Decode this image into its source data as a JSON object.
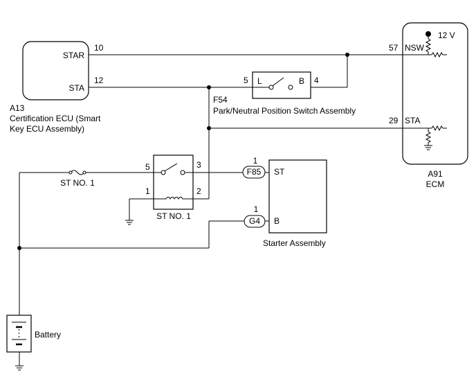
{
  "components": {
    "a13": {
      "code": "A13",
      "name_line1": "Certification ECU (Smart",
      "name_line2": "Key ECU Assembly)",
      "pin_star_label": "STAR",
      "pin_star_number": "10",
      "pin_sta_label": "STA",
      "pin_sta_number": "12"
    },
    "f54": {
      "code": "F54",
      "name": "Park/Neutral Position Switch Assembly",
      "pin_l_number": "5",
      "pin_l_label": "L",
      "pin_b_label": "B",
      "pin_b_number": "4"
    },
    "a91": {
      "code": "A91",
      "name": "ECM",
      "supply_voltage": "12 V",
      "pin_nsw_number": "57",
      "pin_nsw_label": "NSW",
      "pin_sta_number": "29",
      "pin_sta_label": "STA"
    },
    "relay": {
      "name": "ST NO. 1",
      "pin5": "5",
      "pin3": "3",
      "pin1": "1",
      "pin2": "2"
    },
    "fuse": {
      "name": "ST NO. 1"
    },
    "starter": {
      "name": "Starter Assembly",
      "connector_st": "F85",
      "connector_st_pin": "1",
      "pin_st_label": "ST",
      "connector_b": "G4",
      "connector_b_pin": "1",
      "pin_b_label": "B"
    },
    "battery": {
      "name": "Battery"
    }
  }
}
